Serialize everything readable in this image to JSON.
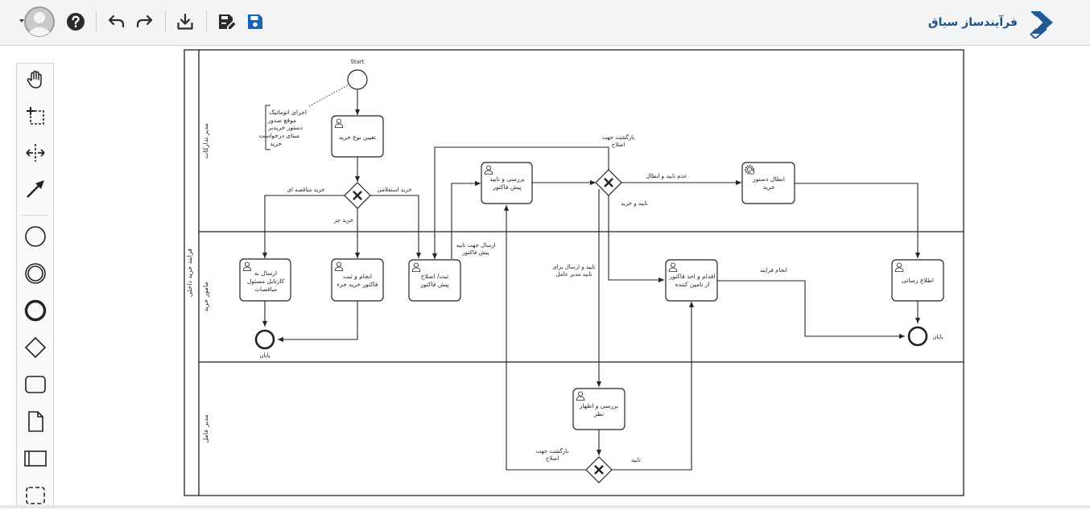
{
  "toolbar": {
    "account_icon": "user-avatar-icon",
    "help_icon": "question-circle-icon",
    "undo_icon": "undo-icon",
    "redo_icon": "redo-icon",
    "download_icon": "download-icon",
    "save_as_icon": "save-edit-icon",
    "save_icon": "floppy-disk-icon",
    "accent_color": "#1565c0"
  },
  "brand": {
    "name": "فرآیندساز سیاق",
    "logo_icon": "sayagh-logo-icon",
    "color": "#1f4f82"
  },
  "palette": {
    "items": [
      "hand-tool-icon",
      "lasso-tool-icon",
      "space-tool-icon",
      "connect-tool-icon",
      "start-event-icon",
      "intermediate-event-icon",
      "end-event-icon",
      "gateway-icon",
      "task-icon",
      "data-object-icon",
      "pool-icon",
      "group-icon"
    ]
  },
  "diagram": {
    "pool": {
      "label": "فرایند خرید داخلی"
    },
    "lanes": [
      {
        "label": "مدیر تدارکات"
      },
      {
        "label": "مامور خرید"
      },
      {
        "label": "مدیر عامل"
      }
    ],
    "start": {
      "label": "Start"
    },
    "annotation": {
      "lines": [
        "اجرای اتوماتیک",
        "موقع صدور",
        "دستور خریدبر",
        "مبنای درخواست",
        "خرید"
      ]
    },
    "tasks": {
      "t_type": "تعیین نوع خرید",
      "t_review_1": "بررسی و تایید",
      "t_review_2": "پیش فاکتور",
      "t_cancel_1": "ابطال دستور",
      "t_cancel_2": "خرید",
      "t_send_1": "ارسال به",
      "t_send_2": "کارتابل مسئول",
      "t_send_3": "مناقصات",
      "t_partial_1": "انجام و ثبت",
      "t_partial_2": "فاکتور خرید جزء",
      "t_fix_1": "ثبت/ اصلاح",
      "t_fix_2": "پیش فاکتور",
      "t_buy_1": "اقدام و اخذ فاکتور",
      "t_buy_2": "از تامین کننده",
      "t_notify": "اطلاع رسانی",
      "t_ceo_1": "بررسی و اظهار",
      "t_ceo_2": "نظر"
    },
    "flows": {
      "tender": "خرید مناقصه ای",
      "inquiry": "خرید استعلامی",
      "partial": "خرید جز",
      "return_1": "بازگشت جهت",
      "return_2": "اصلاح",
      "reject": "عدم تایید و ابطال",
      "approve_buy": "تایید و خرید",
      "send_approval_1": "ارسال جهت تایید",
      "send_approval_2": "پیش فاکتور",
      "to_ceo_1": "تایید و ارسال برای",
      "to_ceo_2": "تایید مدیر عامل",
      "done": "انجام فرایند",
      "ceo_return_1": "بازگشت جهت",
      "ceo_return_2": "اصلاح",
      "ceo_approve": "تایید"
    },
    "ends": {
      "end_left": "پایان",
      "end_right": "پایان"
    }
  }
}
